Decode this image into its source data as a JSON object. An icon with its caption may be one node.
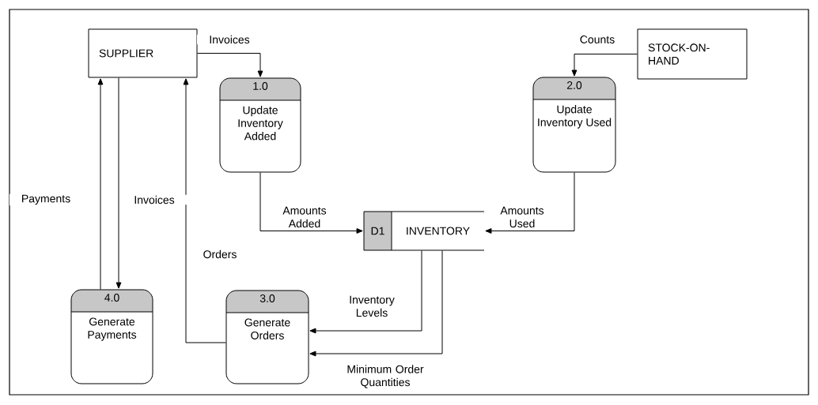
{
  "diagram": {
    "nodes": [
      {
        "text": [
          "SUPPLIER"
        ]
      },
      {
        "text": [
          "1.0",
          "Update Inventory Added"
        ]
      },
      {
        "text": [
          "STOCK-ON-HAND"
        ]
      },
      {
        "text": [
          "2.0",
          "Update Inventory Used"
        ]
      },
      {
        "text": [
          "D1",
          "INVENTORY"
        ]
      },
      {
        "text": [
          "3.0",
          "Generate Orders"
        ]
      },
      {
        "text": [
          "4.0",
          "Generate Payments"
        ]
      }
    ],
    "edges": [
      {
        "from": 0,
        "to": 1,
        "arrow": "to",
        "label": "Invoices"
      },
      {
        "from": 2,
        "to": 3,
        "arrow": "to",
        "label": "Counts"
      },
      {
        "from": 1,
        "to": 4,
        "arrow": "to",
        "label": "Amounts Added"
      },
      {
        "from": 3,
        "to": 4,
        "arrow": "to",
        "label": "Amounts Used"
      },
      {
        "from": 4,
        "to": 5,
        "arrow": "to",
        "label": "Inventory Levels"
      },
      {
        "from": 4,
        "to": 5,
        "arrow": "to",
        "label": "Minimum Order Quantities"
      },
      {
        "from": 5,
        "to": 0,
        "arrow": "to",
        "label": "Orders"
      },
      {
        "from": 6,
        "to": 0,
        "arrow": "to",
        "label": "Payments"
      },
      {
        "from": 0,
        "to": 6,
        "arrow": "to",
        "label": "Invoices"
      }
    ]
  }
}
